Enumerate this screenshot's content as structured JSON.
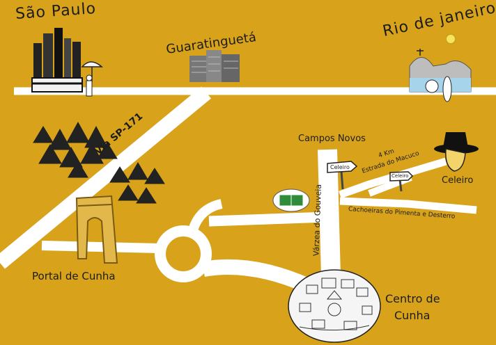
{
  "labels": {
    "sao_paulo": "São Paulo",
    "guaratingueta": "Guaratinguetá",
    "rio_de_janeiro": "Rio de janeiro",
    "via_sp171": "Via SP-171",
    "campos_novos": "Campos Novos",
    "distance": "4 Km",
    "estrada_macuco": "Estrada do Macuco",
    "celeiro": "Celeiro",
    "varzea_gouveia": "Várzea do Gouveia",
    "cachoeiras": "Cachoeiras do Pimenta e Desterro",
    "portal_cunha": "Portal de Cunha",
    "centro_cunha_1": "Centro de",
    "centro_cunha_2": "Cunha"
  },
  "signs": {
    "sign_1": "Celeiro",
    "sign_2": "Celeiro"
  },
  "colors": {
    "background": "#d8a31a",
    "road": "#ffffff",
    "text": "#1c1c1c"
  }
}
